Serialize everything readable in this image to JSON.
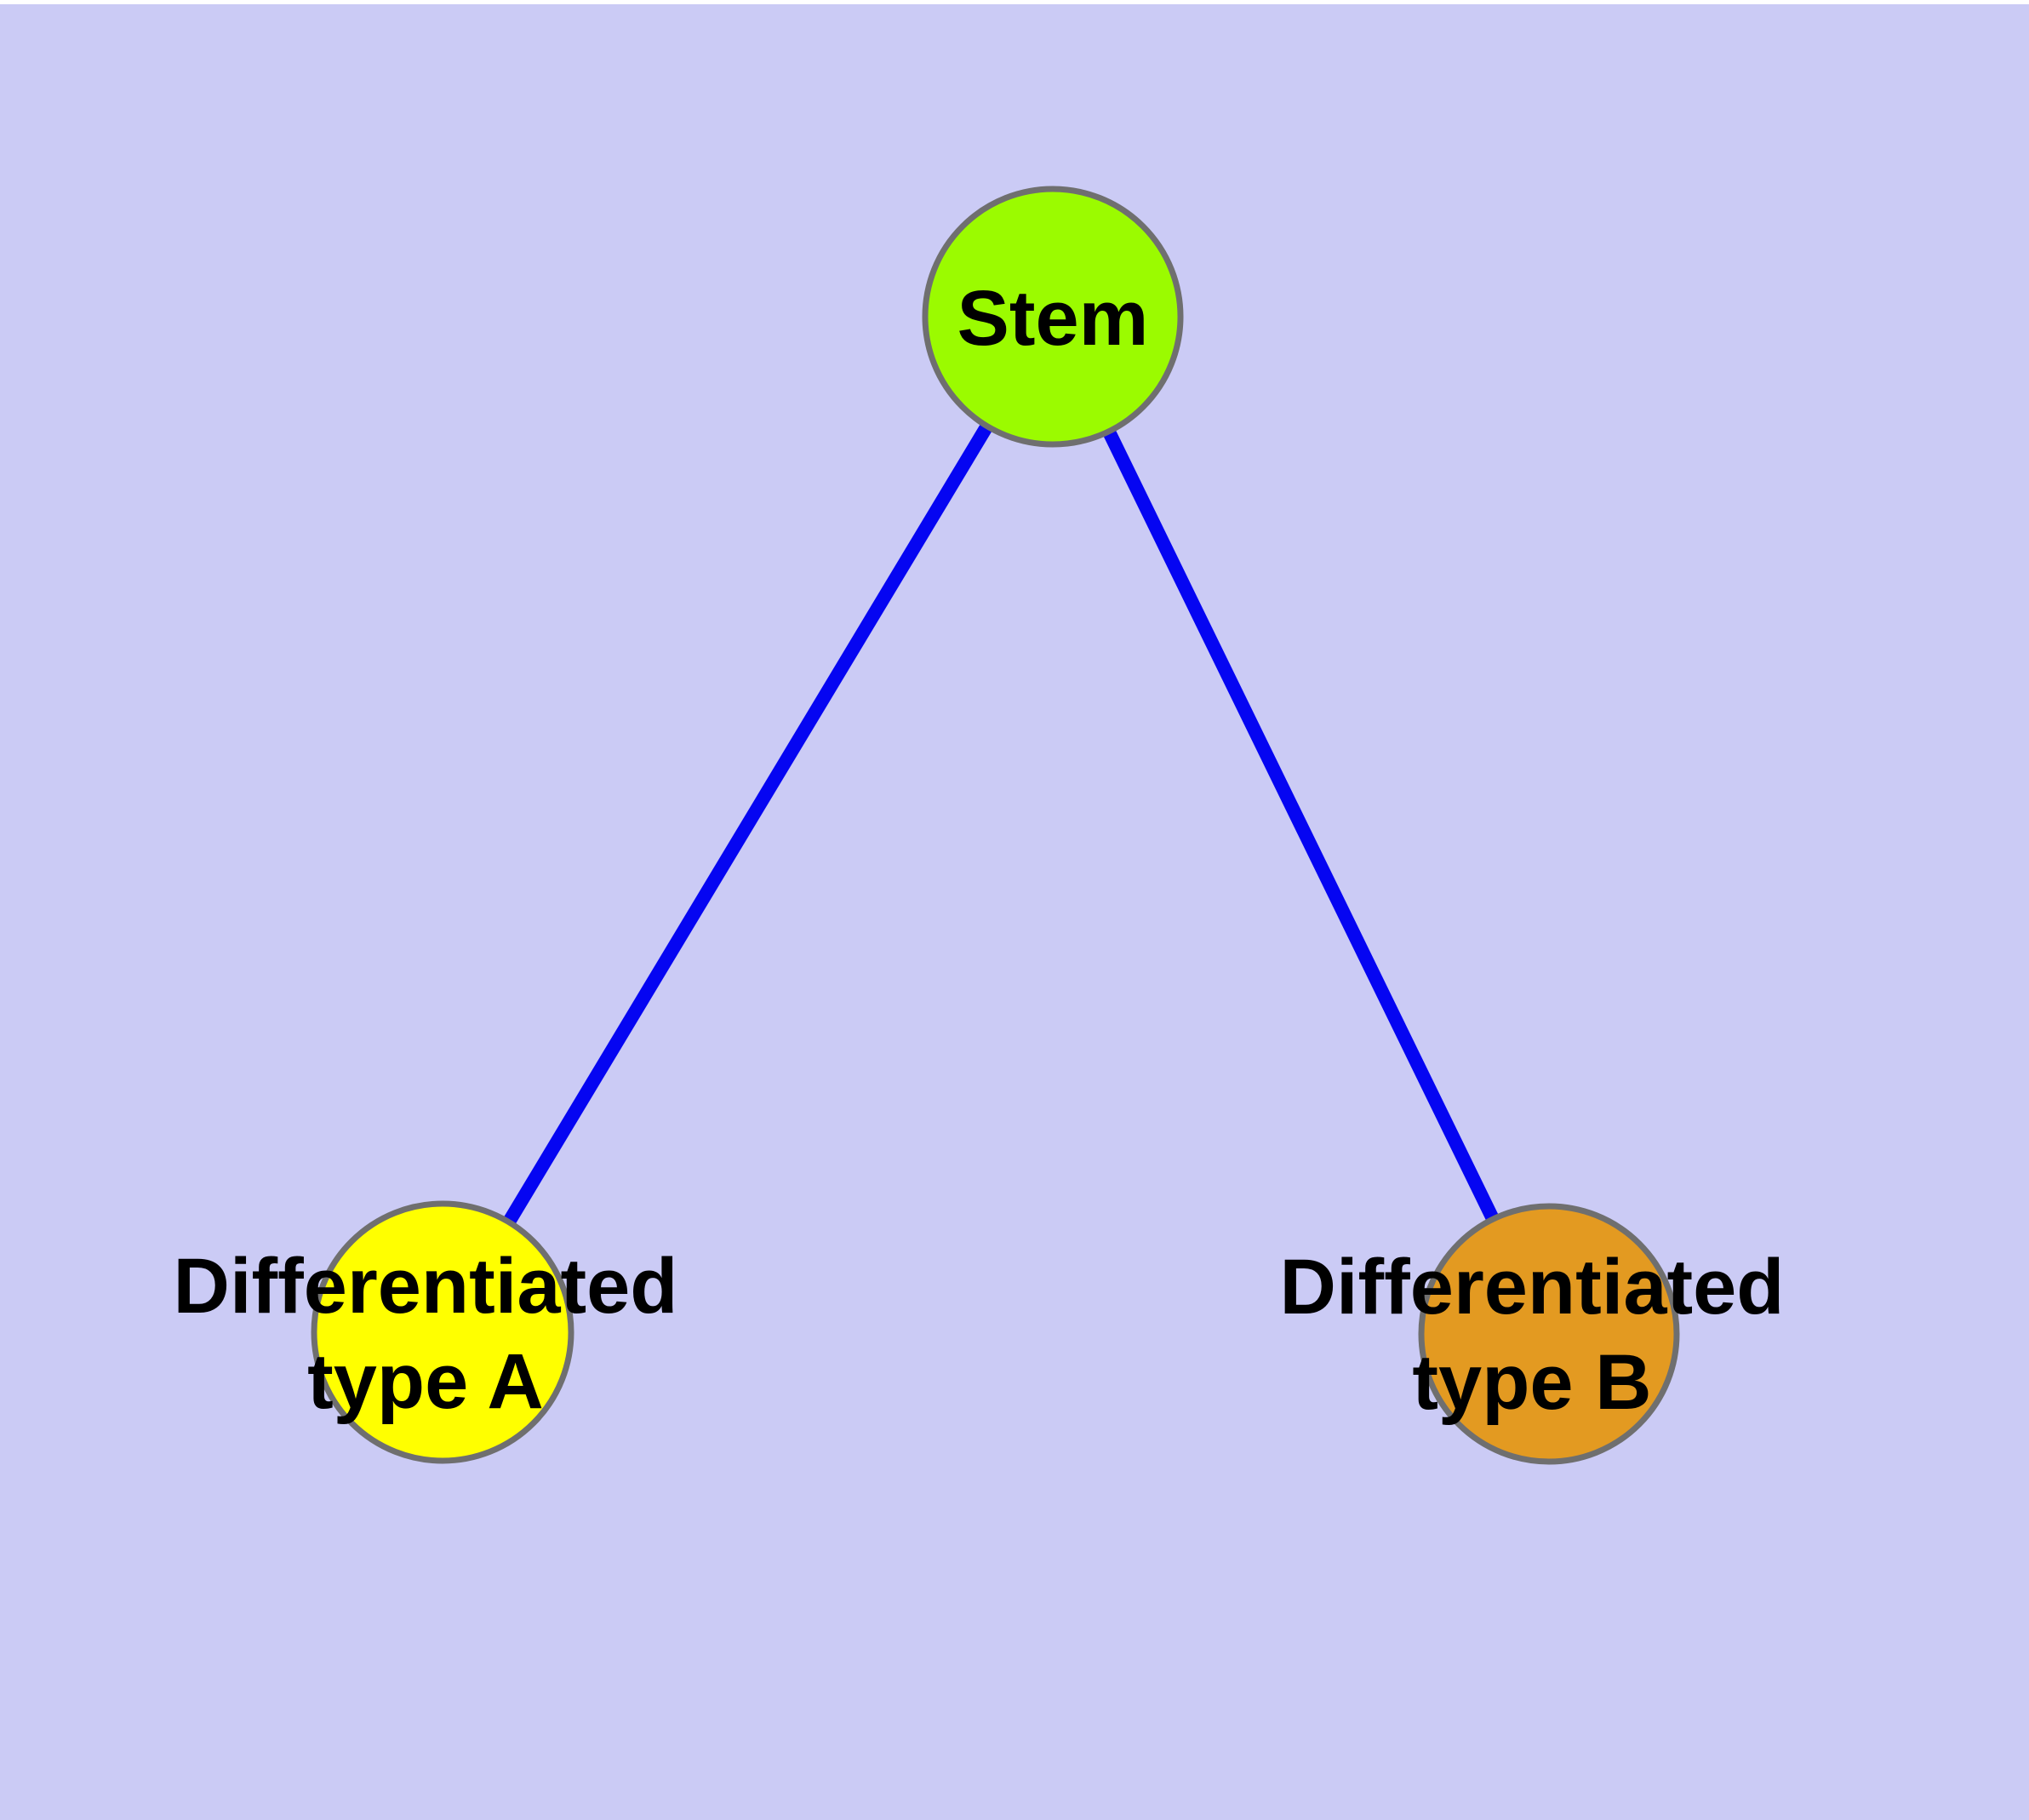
{
  "diagram": {
    "type": "graph",
    "background_color": "#CBCBF5",
    "top_strip_color": "#FFFFFF",
    "edge_color": "#0505F2",
    "node_border_color": "#6F6F6F",
    "label_color": "#000000",
    "nodes": [
      {
        "id": "stem",
        "label": "Stem",
        "fill": "#9BFB00"
      },
      {
        "id": "differentiated-type-a",
        "label_line1": "Differentiated",
        "label_line2": "type A",
        "fill": "#FFFF00"
      },
      {
        "id": "differentiated-type-b",
        "label_line1": "Differentiated",
        "label_line2": "type B",
        "fill": "#E39A21"
      }
    ],
    "edges": [
      {
        "from": "stem",
        "to": "differentiated-type-a"
      },
      {
        "from": "stem",
        "to": "differentiated-type-b"
      }
    ]
  }
}
